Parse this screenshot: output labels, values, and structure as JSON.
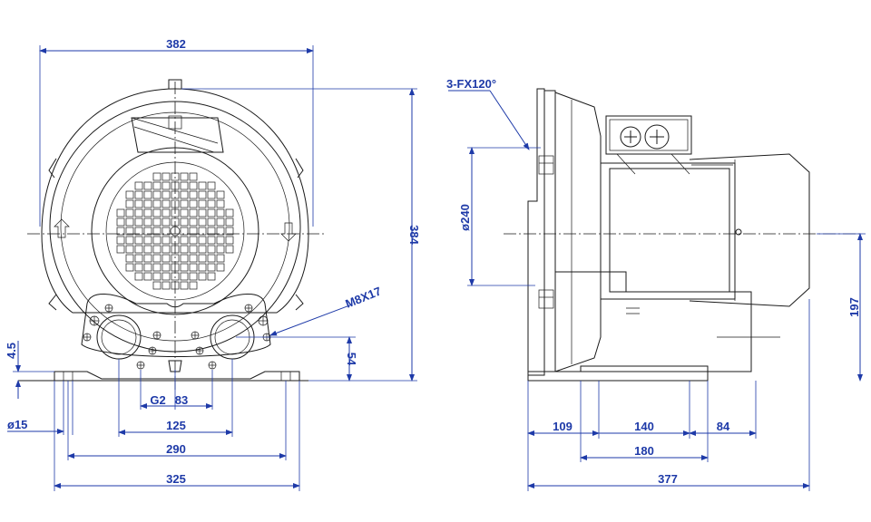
{
  "drawing": {
    "front": {
      "width": "382",
      "height": "384",
      "shaft_height": "54",
      "flange_thickness": "4.5",
      "thread_size": "M8X17",
      "hole_dia": "ø15",
      "port_thread": "G2",
      "port_spacing": "83",
      "port_span": "125",
      "mount_span": "290",
      "base_width": "325"
    },
    "side": {
      "hole_pattern": "3-FX120°",
      "pcd": "ø240",
      "center_height": "197",
      "offset_left": "109",
      "foot_span": "140",
      "offset_right": "84",
      "foot_length": "180",
      "overall_length": "377"
    }
  }
}
